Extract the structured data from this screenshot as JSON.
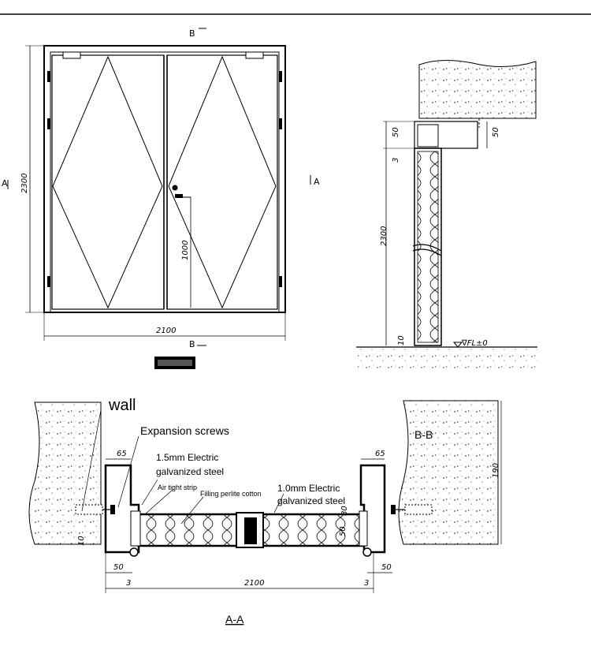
{
  "front_view": {
    "section_mark_top": "B",
    "section_mark_bottom": "B",
    "section_mark_left": "A",
    "section_mark_right": "A",
    "dim_height": "2300",
    "dim_width": "2100",
    "dim_handle_height": "1000"
  },
  "section_bb": {
    "dim_top_left": "50",
    "dim_top_right": "50",
    "dim_gap": "3",
    "dim_height": "2300",
    "dim_bottom": "10",
    "floor_level": "∇FL±0"
  },
  "section_aa": {
    "title": "A-A",
    "label_wall": "wall",
    "label_expansion": "Expansion screws",
    "label_steel_15_line1": "1.5mm Electric",
    "label_steel_15_line2": "galvanized steel",
    "label_airtight": "Air tight strip",
    "label_filling": "Filling  perlite cotton",
    "label_steel_10_line1": "1.0mm Electric",
    "label_steel_10_line2": "galvanized steel",
    "label_bb": "B-B",
    "dim_65_left": "65",
    "dim_65_right": "65",
    "dim_50_left": "50",
    "dim_50_right": "50",
    "dim_3_left": "3",
    "dim_3_right": "3",
    "dim_width": "2100",
    "dim_190": "190",
    "dim_80": "80",
    "dim_50_mid": "50",
    "dim_10": "10"
  }
}
